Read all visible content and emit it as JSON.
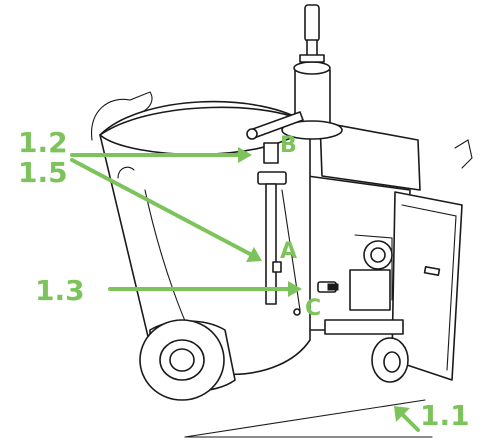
{
  "accent_color": "#7dc35b",
  "callouts": {
    "c12": "1.2",
    "c15": "1.5",
    "c13": "1.3",
    "c11": "1.1",
    "a": "A",
    "b": "B",
    "c": "C"
  }
}
